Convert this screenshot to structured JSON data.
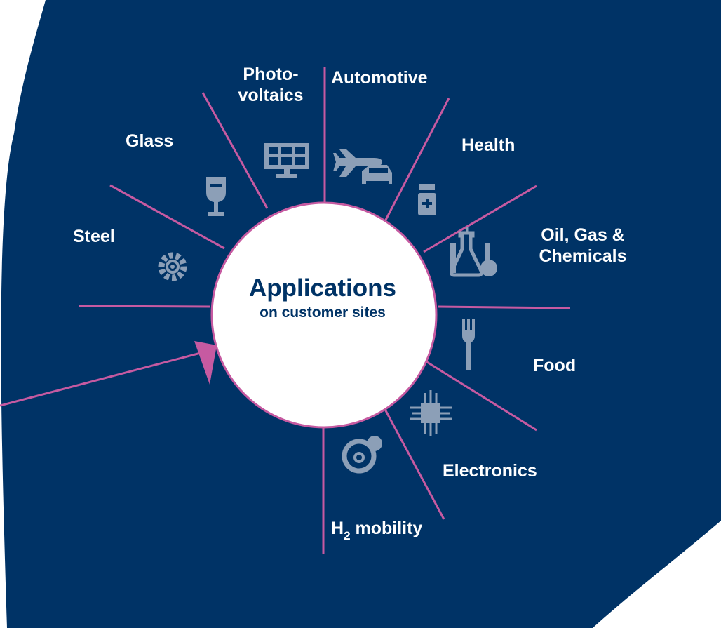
{
  "colors": {
    "background": "#003366",
    "spoke": "#c65aa1",
    "icon": "#8c9fb7",
    "center_fill": "#ffffff",
    "center_text": "#003366",
    "label_text": "#ffffff"
  },
  "center": {
    "title": "Applications",
    "subtitle": "on customer sites"
  },
  "sectors": [
    {
      "label": "Photo-",
      "label2": "voltaics",
      "icon": "solar-panel-icon"
    },
    {
      "label": "Automotive",
      "icon": "plane-car-icon"
    },
    {
      "label": "Glass",
      "icon": "wine-glass-icon"
    },
    {
      "label": "Health",
      "icon": "medicine-bottle-icon"
    },
    {
      "label": "Steel",
      "icon": "gear-icon"
    },
    {
      "label": "Oil, Gas &",
      "label2": "Chemicals",
      "icon": "lab-flask-icon"
    },
    {
      "label": "Food",
      "icon": "fork-icon"
    },
    {
      "label": "Electronics",
      "icon": "microchip-icon"
    },
    {
      "label": "H",
      "sub": "2",
      "label2": " mobility",
      "icon": "hydrogen-orbit-icon"
    }
  ]
}
